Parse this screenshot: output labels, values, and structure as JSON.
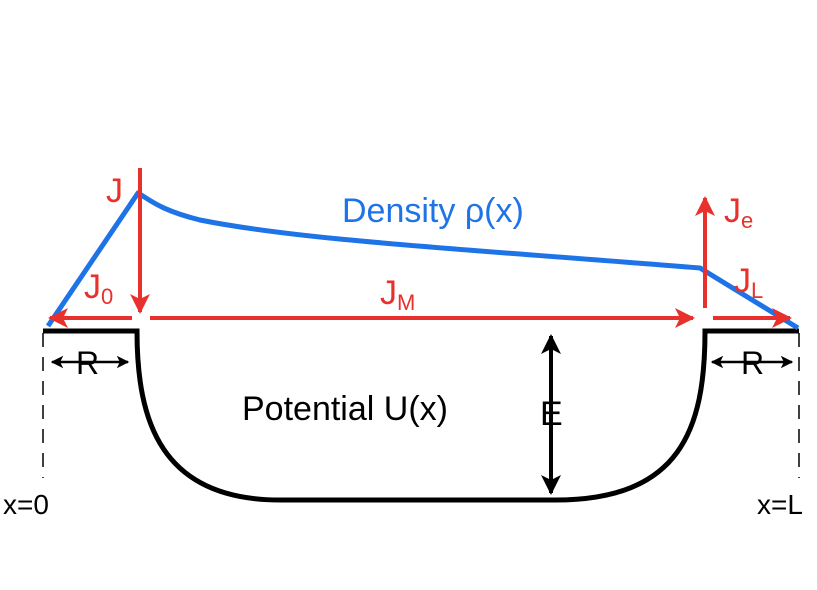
{
  "labels": {
    "density": "Density ρ(x)",
    "potential": "Potential U(x)",
    "energy": "E",
    "r_left": "R",
    "r_right": "R",
    "x_start": "x=0",
    "x_end": "x=L",
    "j_main": "J",
    "j_zero_base": "J",
    "j_zero_sub": "0",
    "j_m_base": "J",
    "j_m_sub": "M",
    "j_e_base": "J",
    "j_e_sub": "e",
    "j_l_base": "J",
    "j_l_sub": "L"
  },
  "colors": {
    "flux": "#e8302c",
    "density": "#1e73e6",
    "potential": "#000000"
  }
}
